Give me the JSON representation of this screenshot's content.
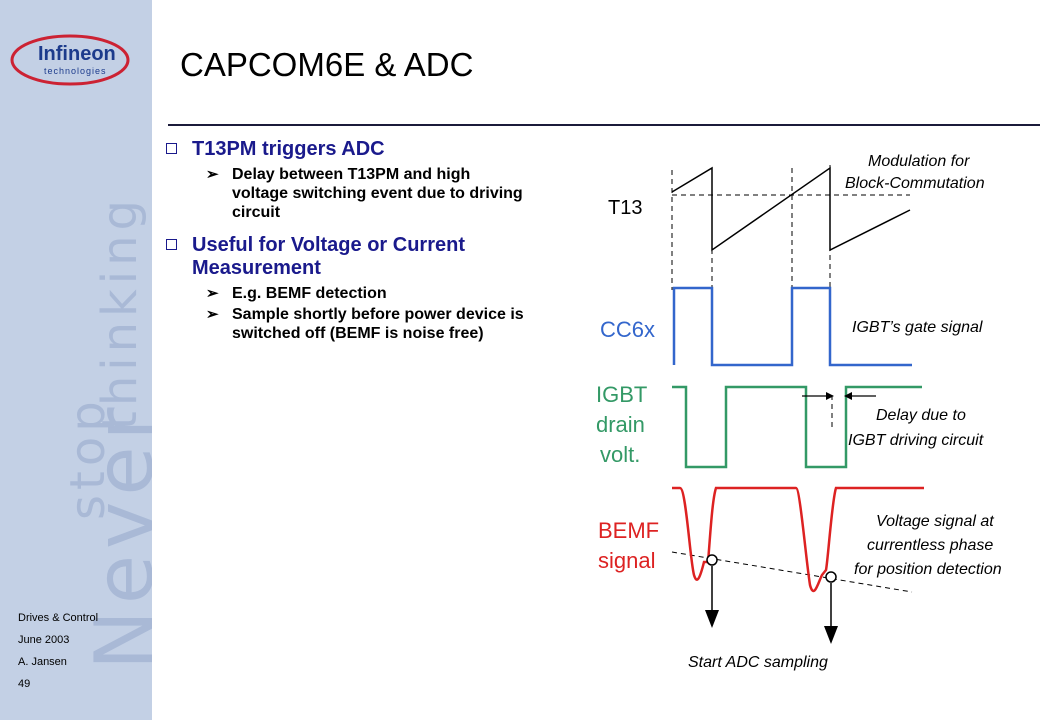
{
  "brand": {
    "logo_text": "Infineon",
    "logo_subtext": "technologies"
  },
  "sidebar": {
    "tagline_never": "Never",
    "tagline_thinking": "thinking",
    "tagline_stop": "stop",
    "footer": [
      "Drives & Control",
      "June 2003",
      "A. Jansen",
      "49"
    ]
  },
  "slide": {
    "title": "CAPCOM6E & ADC",
    "bullets": [
      {
        "text": "T13PM triggers ADC",
        "sub": [
          "Delay between T13PM and high voltage switching event due to driving circuit"
        ]
      },
      {
        "text": "Useful for Voltage or Current Measurement",
        "sub": [
          "E.g. BEMF detection",
          "Sample shortly before power device is switched off (BEMF is noise free)"
        ]
      }
    ]
  },
  "diagram": {
    "labels": {
      "t13": "T13",
      "cc6x": "CC6x",
      "igbt_1": "IGBT",
      "igbt_2": "drain",
      "igbt_3": "volt.",
      "bemf_1": "BEMF",
      "bemf_2": "signal"
    },
    "annotations": {
      "modulation_1": "Modulation for",
      "modulation_2": "Block-Commutation",
      "gate": "IGBT’s gate signal",
      "delay_1": "Delay due to",
      "delay_2": "IGBT driving circuit",
      "voltage_1": "Voltage signal at",
      "voltage_2": "currentless phase",
      "voltage_3": "for position detection",
      "start_adc": "Start ADC sampling"
    },
    "colors": {
      "t13": "#000000",
      "cc6x": "#3366cc",
      "igbt": "#339966",
      "bemf": "#dd2222"
    }
  }
}
